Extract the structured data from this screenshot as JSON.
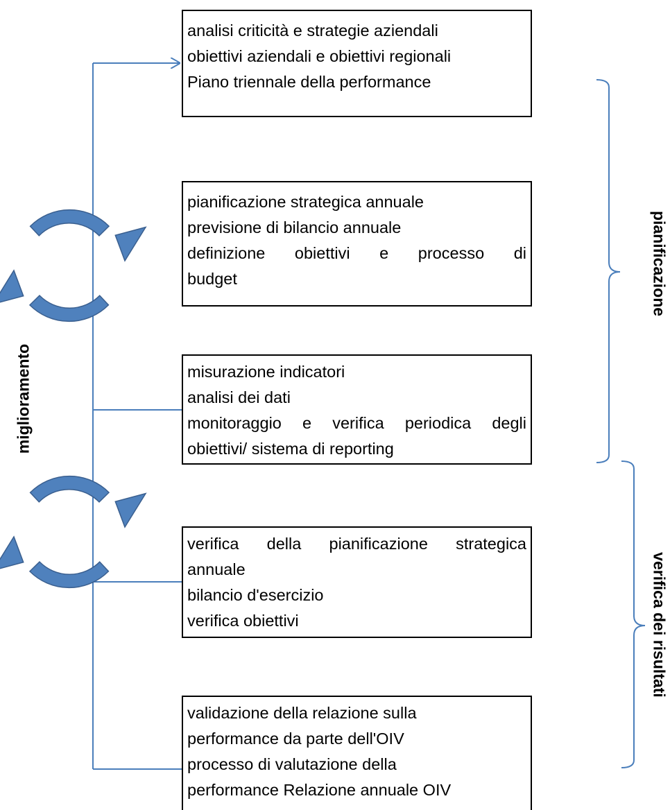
{
  "boxes": [
    {
      "lines": [
        "analisi criticità e strategie aziendali",
        "obiettivi aziendali e obiettivi regionali",
        "Piano triennale della performance"
      ]
    },
    {
      "lines": [
        "pianificazione strategica annuale",
        "previsione di bilancio annuale",
        "definizione obiettivi e processo di",
        "budget"
      ]
    },
    {
      "lines": [
        "misurazione indicatori",
        "analisi dei dati",
        "monitoraggio e verifica periodica degli",
        "obiettivi/ sistema di reporting"
      ]
    },
    {
      "lines": [
        "verifica della pianificazione strategica",
        "annuale",
        "bilancio d'esercizio",
        "verifica obiettivi"
      ]
    },
    {
      "lines": [
        "validazione della relazione sulla",
        "performance da parte dell'OIV",
        "processo di valutazione della",
        "performance Relazione annuale OIV"
      ]
    }
  ],
  "labels": {
    "pianificazione": "pianificazione",
    "verifica": "verifica dei risultati",
    "miglioramento": "miglioramento"
  },
  "colors": {
    "connector": "#4a7ebb",
    "cycle_fill": "#4f81bd",
    "cycle_stroke": "#3a5f8f",
    "box_border": "#000000",
    "text": "#000000"
  }
}
